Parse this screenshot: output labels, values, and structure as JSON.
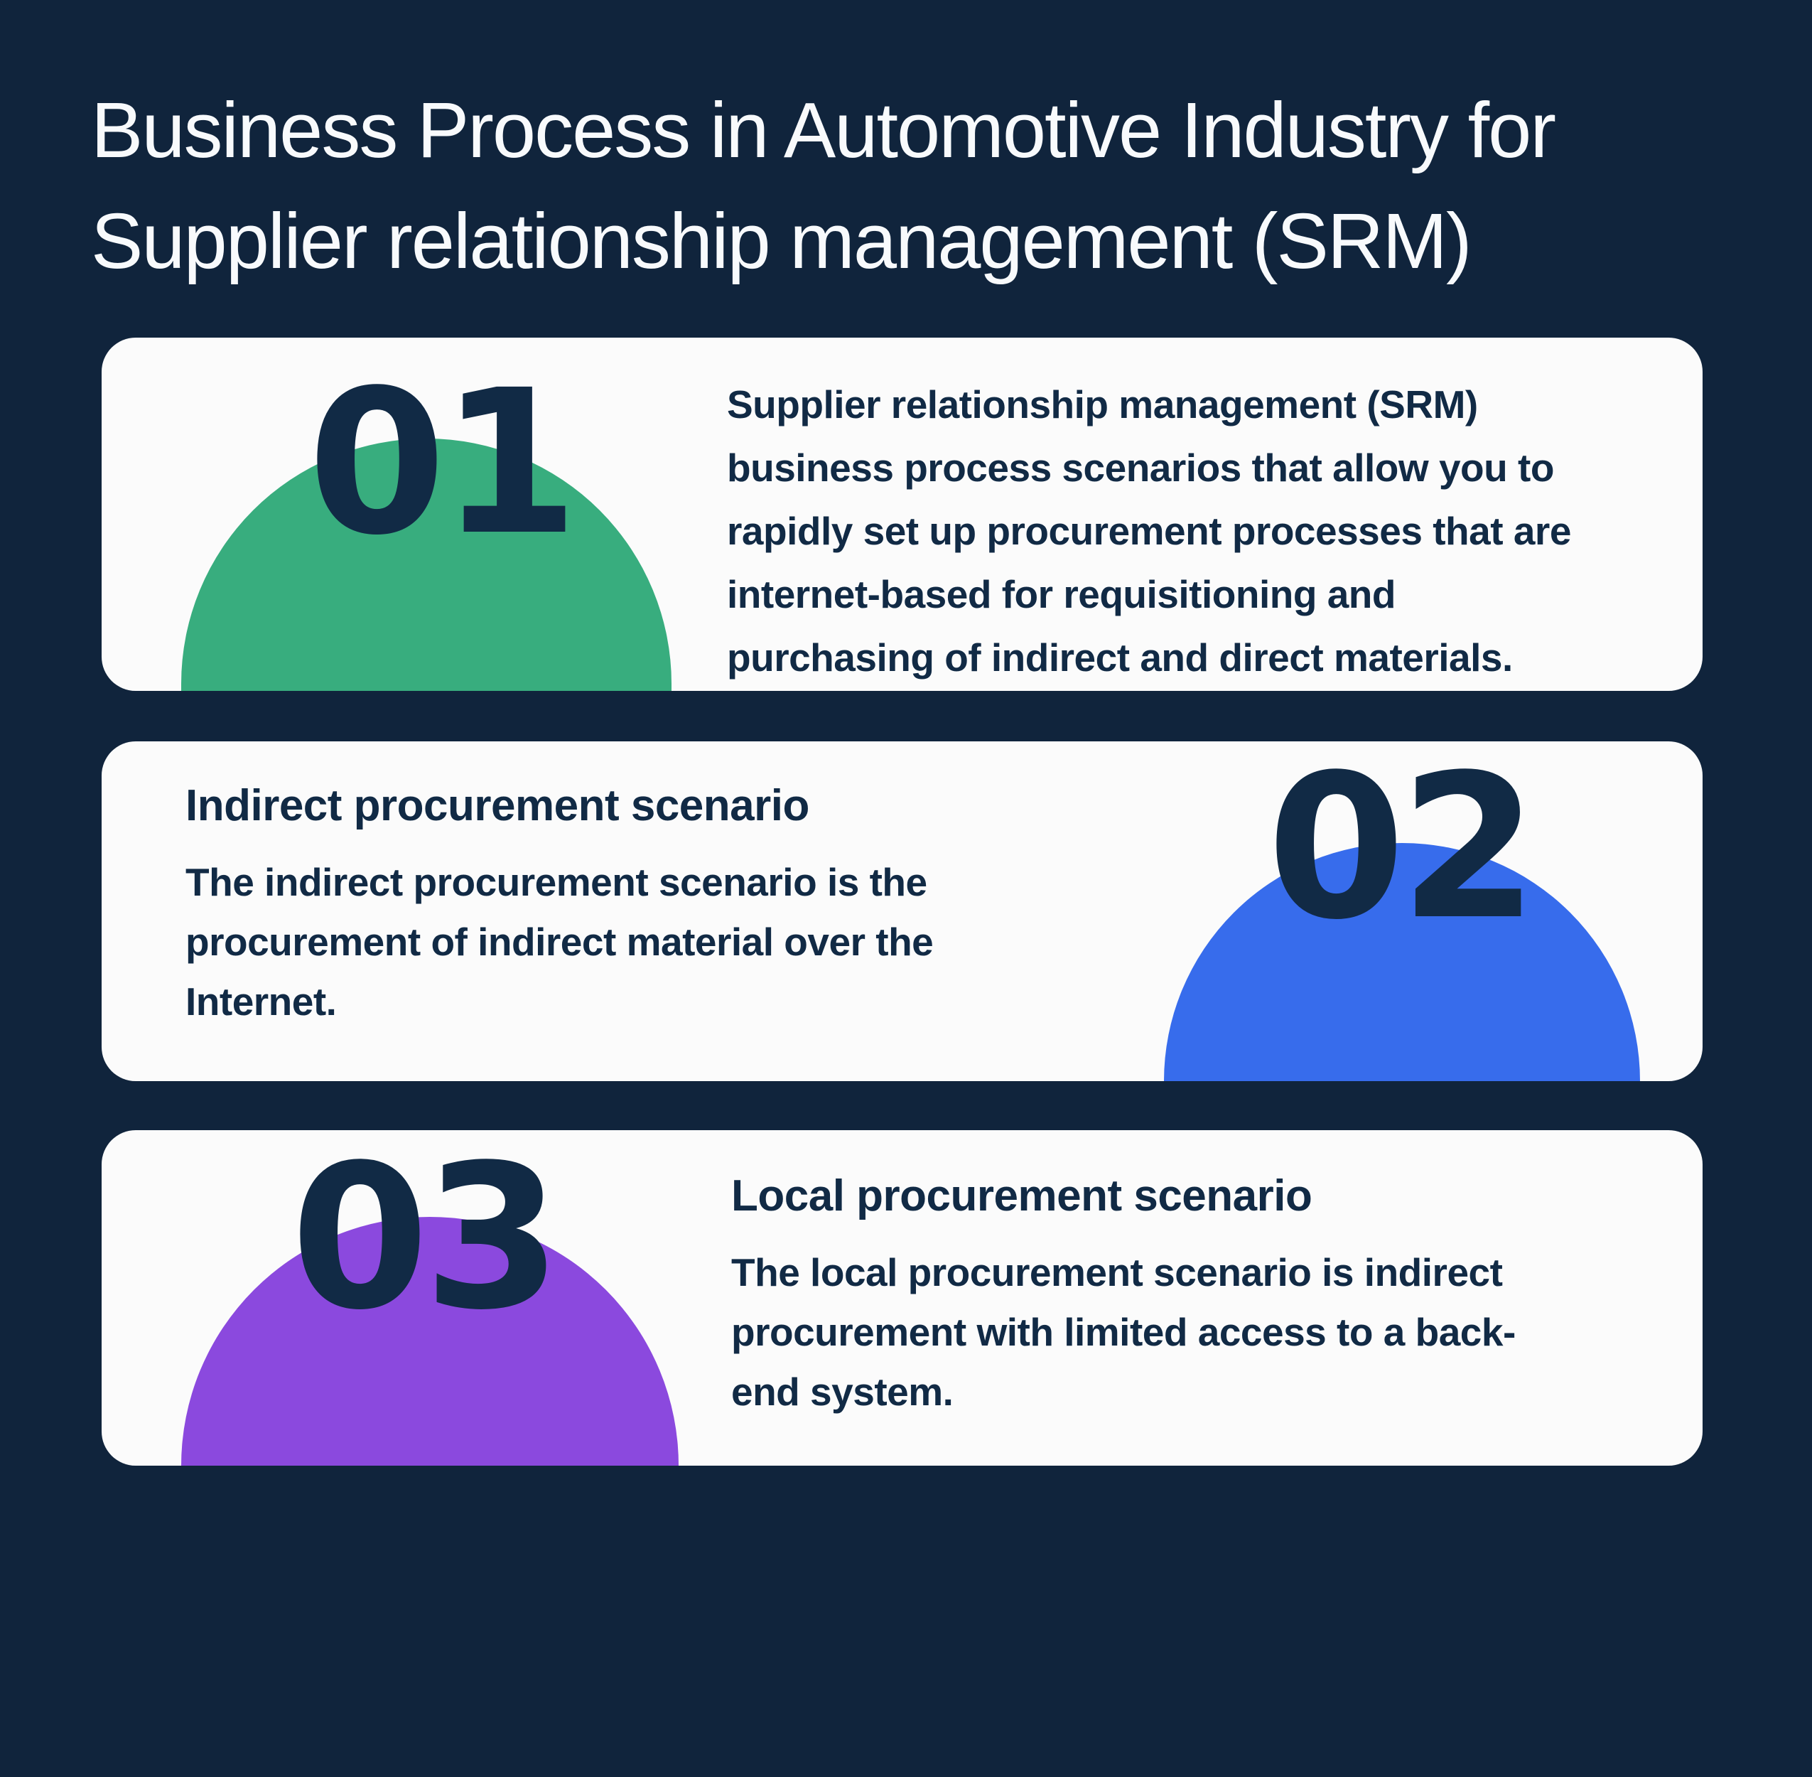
{
  "title": {
    "line1": "Business Process in Automotive Industry for",
    "line2": "Supplier relationship management (SRM)"
  },
  "colors": {
    "background": "#10243C",
    "card_background": "#FBFBFB",
    "text_navy": "#112A45",
    "title_white": "#F8FAFC",
    "step1_accent_green": "#38AD7E",
    "step2_accent_blue": "#376CEC",
    "step3_accent_purple": "#8B49DE"
  },
  "cards": [
    {
      "number": "01",
      "accent": "#38AD7E",
      "heading": "",
      "lines": [
        "Supplier relationship management (SRM)",
        "business process scenarios that allow you to",
        "rapidly set up procurement processes that are",
        "internet-based for requisitioning and",
        "purchasing of indirect and direct materials."
      ]
    },
    {
      "number": "02",
      "accent": "#376CEC",
      "heading": "Indirect procurement scenario",
      "lines": [
        "The indirect procurement scenario is the",
        "procurement of indirect material over the",
        "Internet."
      ]
    },
    {
      "number": "03",
      "accent": "#8B49DE",
      "heading": "Local procurement scenario",
      "lines": [
        "The local procurement scenario is indirect",
        "procurement with limited access to a back-",
        "end system."
      ]
    }
  ]
}
